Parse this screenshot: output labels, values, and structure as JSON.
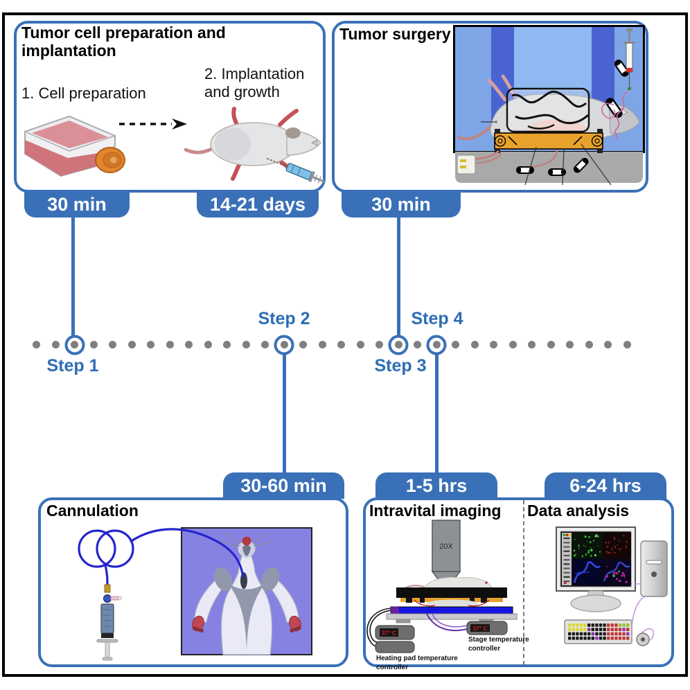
{
  "prep": {
    "title": "Tumor cell preparation and implantation",
    "substep1": "1. Cell preparation",
    "substep2": "2. Implantation and growth",
    "duration_prep": "30 min",
    "duration_growth": "14-21 days"
  },
  "surgery": {
    "title": "Tumor surgery",
    "duration": "30 min"
  },
  "cannulation": {
    "title": "Cannulation",
    "duration": "30-60 min"
  },
  "imaging": {
    "title": "Intravital imaging",
    "duration": "1-5 hrs",
    "objective": "20X",
    "stage_temp": "37° C",
    "heatpad_temp": "37° C",
    "stage_controller": "Stage temperature controller",
    "heatpad_controller": "Heating pad temperature controller"
  },
  "analysis": {
    "title": "Data analysis",
    "duration": "6-24 hrs"
  },
  "timeline": {
    "dot_count": 32,
    "circled_indices": [
      2,
      13,
      19,
      21
    ],
    "step_labels": [
      "Step 1",
      "Step 2",
      "Step 3",
      "Step 4"
    ]
  },
  "colors": {
    "accent": "#3A70B7",
    "dot": "#7F7F7F"
  }
}
